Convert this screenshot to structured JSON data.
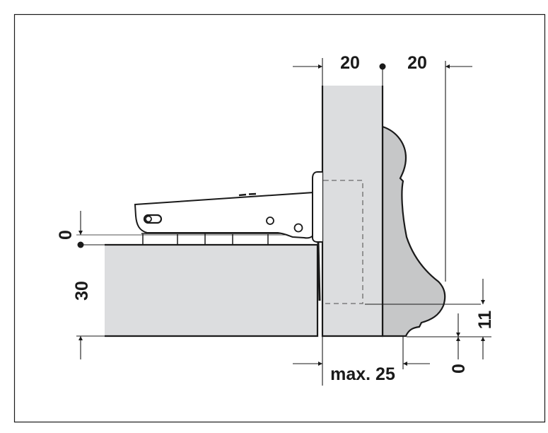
{
  "diagram": {
    "type": "concealed-hinge-mounting-section",
    "colors": {
      "line": "#1a1a1a",
      "panel_fill": "#dcdddf",
      "moulding_fill": "#c6c7c8",
      "background": "#ffffff",
      "hidden_line": "#6a6a6a"
    },
    "dimensions": {
      "door_thickness": "20",
      "overlay_to_profile": "20",
      "cabinet_side_thickness": "30",
      "top_zero": "0",
      "bottom_zero": "0",
      "profile_height": "11",
      "max_gap": "max. 25"
    },
    "parts": {
      "cabinet_side": "cabinet-side-panel",
      "door": "door-panel",
      "profile": "decorative-moulding-profile",
      "hinge": "hinge-arm",
      "cup": "hinge-cup-hidden"
    }
  }
}
